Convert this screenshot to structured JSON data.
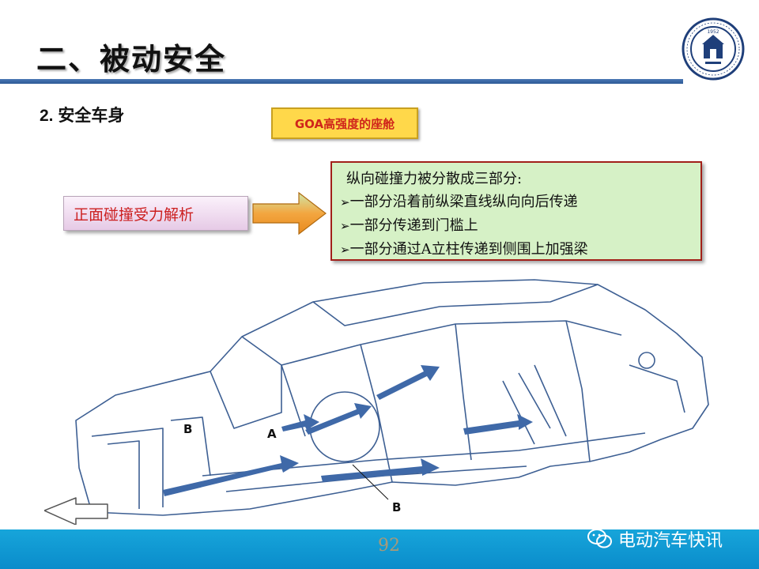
{
  "slide": {
    "title": "二、被动安全",
    "subtitle": "2. 安全车身",
    "goa_label": "GOA高强度的座舱",
    "front_impact_label": "正面碰撞受力解析",
    "callout": {
      "heading": "纵向碰撞力被分散成三部分:",
      "items": [
        "一部分沿着前纵梁直线纵向向后传递",
        "一部分传递到门槛上",
        "一部分通过A立柱传递到侧围上加强梁"
      ]
    },
    "diagram_labels": {
      "a": "A",
      "b_left": "B",
      "b_bottom": "B"
    },
    "page_number": "92"
  },
  "logo": {
    "year": "1952"
  },
  "watermark": {
    "text": "电动汽车快讯",
    "icon": "wechat-icon"
  },
  "colors": {
    "title_rule": "#3c6aa8",
    "footer": "#129bd5",
    "callout_bg": "#d6f1c6",
    "callout_border": "#a2201a",
    "goa_bg": "#ffd84a",
    "goa_text": "#d0251b",
    "front_text": "#cc2020",
    "force_arrow": "#3f69a8"
  }
}
